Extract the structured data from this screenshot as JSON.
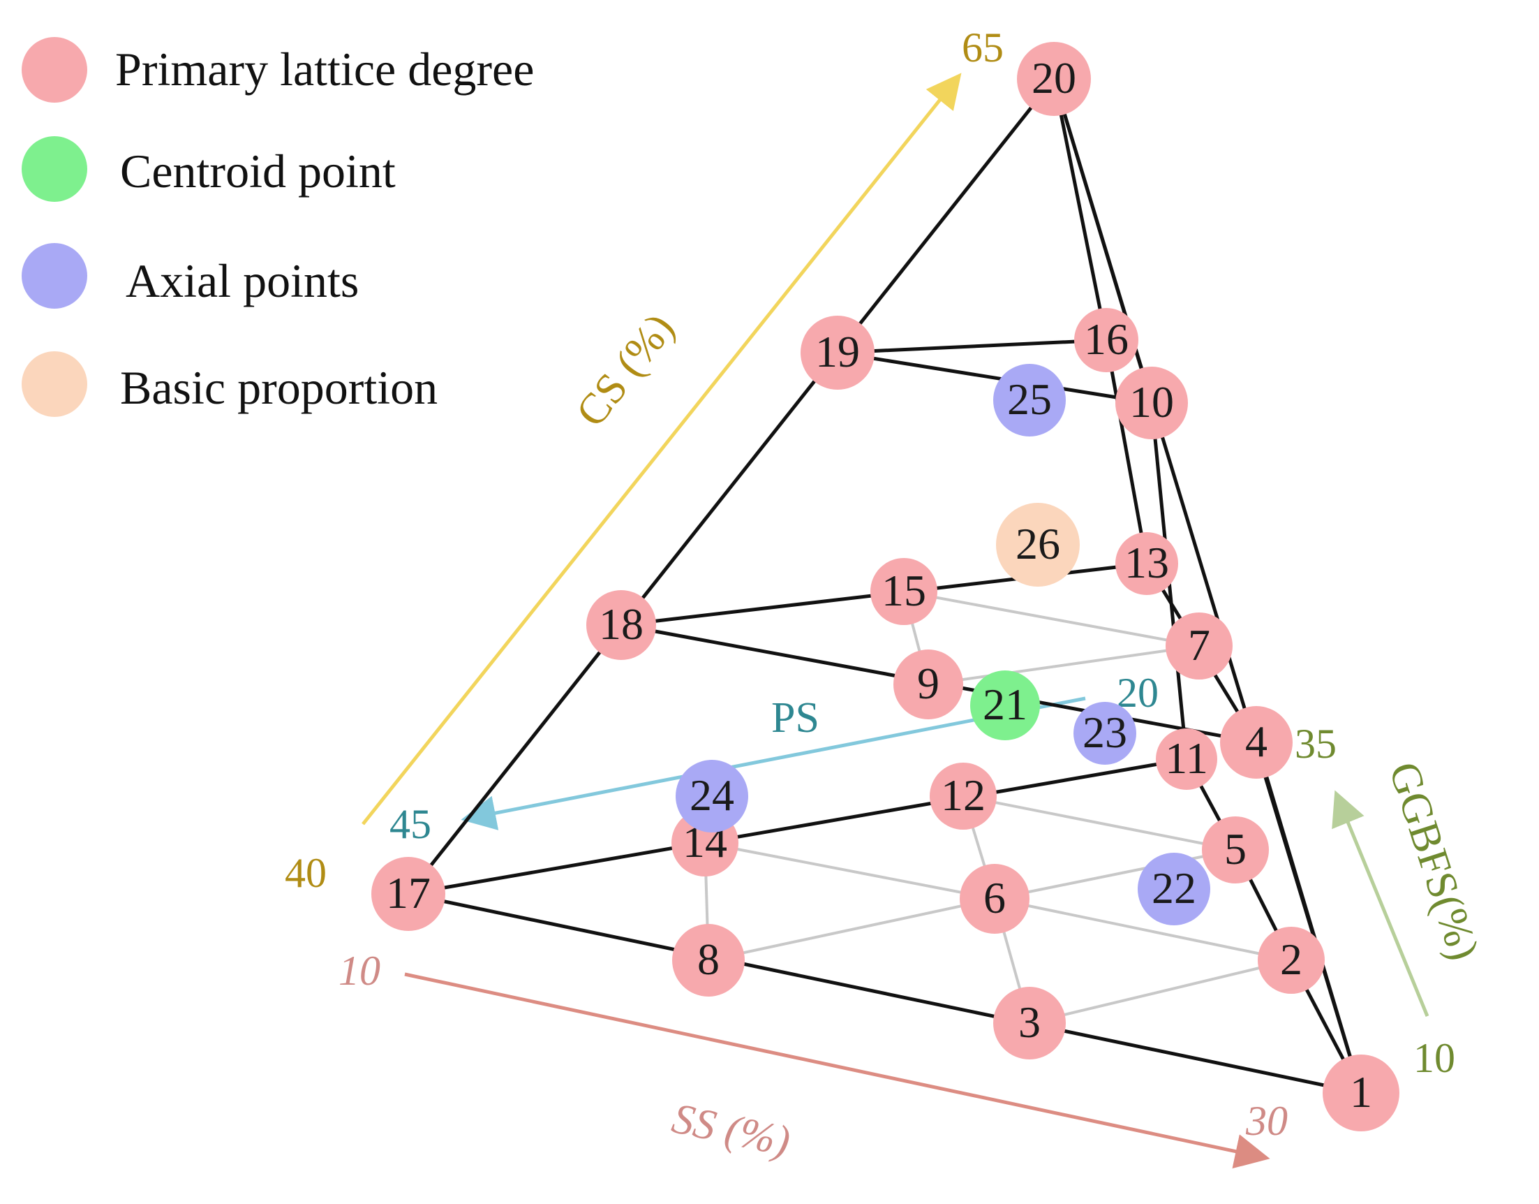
{
  "colors": {
    "primary": "#f7a9ad",
    "centroid": "#7ef08e",
    "axial": "#a9a9f5",
    "basic": "#fbd6bc",
    "cs_axis": "#f2d55c",
    "cs_text": "#b08c14",
    "ps_axis": "#82c8dc",
    "ps_text": "#2e8791",
    "ggbfs_axis": "#b7cf9a",
    "ggbfs_text": "#6f8a2f",
    "ss_axis": "#dc8c82",
    "ss_text": "#cf8a86",
    "line_main": "#111111",
    "line_grid": "#c8c8c8"
  },
  "legend": [
    {
      "label": "Primary lattice degree",
      "kind": "primary"
    },
    {
      "label": "Centroid point",
      "kind": "centroid"
    },
    {
      "label": "Axial points",
      "kind": "axial"
    },
    {
      "label": "Basic proportion",
      "kind": "basic"
    }
  ],
  "axes": {
    "cs": {
      "label": "CS (%)",
      "min": "40",
      "max": "65"
    },
    "ps": {
      "label": "PS",
      "min": "20",
      "max": "45"
    },
    "ggbfs": {
      "label": "GGBFS(%)",
      "min": "10",
      "max": "35"
    },
    "ss": {
      "label": "SS (%)",
      "min": "10",
      "max": "30"
    }
  },
  "points": [
    {
      "id": "1",
      "kind": "primary"
    },
    {
      "id": "2",
      "kind": "primary"
    },
    {
      "id": "3",
      "kind": "primary"
    },
    {
      "id": "4",
      "kind": "primary"
    },
    {
      "id": "5",
      "kind": "primary"
    },
    {
      "id": "6",
      "kind": "primary"
    },
    {
      "id": "7",
      "kind": "primary"
    },
    {
      "id": "8",
      "kind": "primary"
    },
    {
      "id": "9",
      "kind": "primary"
    },
    {
      "id": "10",
      "kind": "primary"
    },
    {
      "id": "11",
      "kind": "primary"
    },
    {
      "id": "12",
      "kind": "primary"
    },
    {
      "id": "13",
      "kind": "primary"
    },
    {
      "id": "14",
      "kind": "primary"
    },
    {
      "id": "15",
      "kind": "primary"
    },
    {
      "id": "16",
      "kind": "primary"
    },
    {
      "id": "17",
      "kind": "primary"
    },
    {
      "id": "18",
      "kind": "primary"
    },
    {
      "id": "19",
      "kind": "primary"
    },
    {
      "id": "20",
      "kind": "primary"
    },
    {
      "id": "21",
      "kind": "centroid"
    },
    {
      "id": "22",
      "kind": "axial"
    },
    {
      "id": "23",
      "kind": "axial"
    },
    {
      "id": "24",
      "kind": "axial"
    },
    {
      "id": "25",
      "kind": "axial"
    },
    {
      "id": "26",
      "kind": "basic"
    }
  ],
  "edges_main": [
    [
      "17",
      "20"
    ],
    [
      "20",
      "1"
    ],
    [
      "17",
      "1"
    ],
    [
      "20",
      "16"
    ],
    [
      "16",
      "13"
    ],
    [
      "13",
      "4"
    ],
    [
      "4",
      "1"
    ],
    [
      "20",
      "10"
    ],
    [
      "10",
      "11"
    ],
    [
      "11",
      "5"
    ],
    [
      "5",
      "2"
    ],
    [
      "2",
      "1"
    ],
    [
      "19",
      "16"
    ],
    [
      "19",
      "10"
    ],
    [
      "18",
      "13"
    ],
    [
      "18",
      "4"
    ],
    [
      "17",
      "11"
    ]
  ],
  "edges_grid": [
    [
      "15",
      "7"
    ],
    [
      "9",
      "7"
    ],
    [
      "15",
      "9"
    ],
    [
      "12",
      "5"
    ],
    [
      "14",
      "6"
    ],
    [
      "8",
      "6"
    ],
    [
      "6",
      "2"
    ],
    [
      "3",
      "2"
    ],
    [
      "12",
      "6"
    ],
    [
      "6",
      "3"
    ],
    [
      "14",
      "8"
    ],
    [
      "6",
      "5"
    ]
  ]
}
